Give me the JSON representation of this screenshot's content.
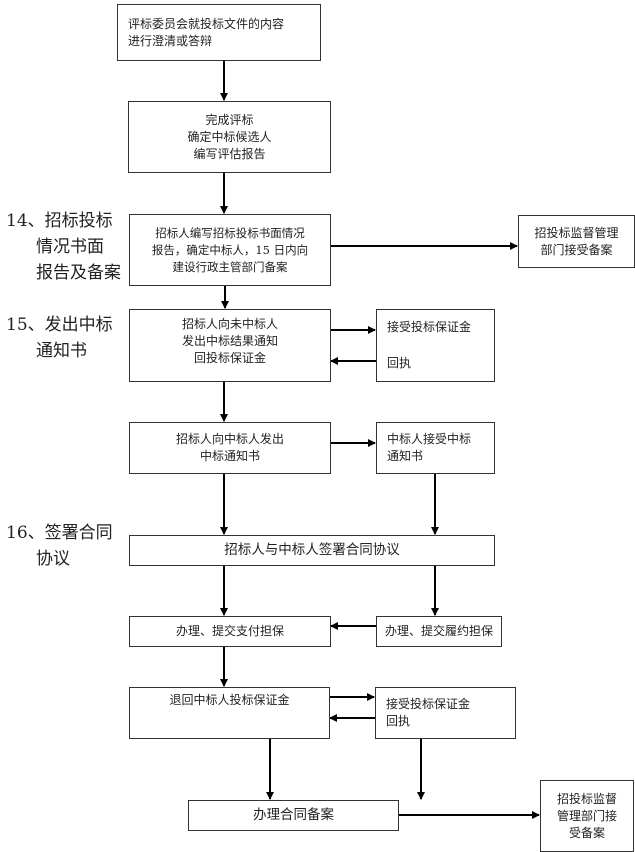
{
  "diagram": {
    "type": "flowchart",
    "line_color": "#000000",
    "box_border_color": "#333333",
    "text_color": "#222222"
  },
  "steps": [
    {
      "number": "14、",
      "lines": [
        "招标投标",
        "情况书面",
        "报告及备案"
      ]
    },
    {
      "number": "15、",
      "lines": [
        "发出中标",
        "通知书"
      ]
    },
    {
      "number": "16、",
      "lines": [
        "签署合同",
        "协议"
      ]
    }
  ],
  "boxes": {
    "clarify": {
      "lines": [
        "评标委员会就投标文件的内容",
        "进行澄清或答辩"
      ]
    },
    "complete_eval": {
      "lines": [
        "完成评标",
        "确定中标候选人",
        "编写评估报告"
      ]
    },
    "report": {
      "lines": [
        "招标人编写招标投标书面情况",
        "报告，确定中标人，15 日内向",
        "建设行政主管部门备案"
      ]
    },
    "supervision_1": {
      "lines": [
        "招投标监督管理",
        "部门接受备案"
      ]
    },
    "notify_losers": {
      "lines": [
        "招标人向未中标人",
        "发出中标结果通知",
        "回投标保证金"
      ]
    },
    "accept_deposit_1": {
      "lines": [
        "接受投标保证金",
        "回执"
      ]
    },
    "notify_winner": {
      "lines": [
        "招标人向中标人发出",
        "中标通知书"
      ]
    },
    "winner_accepts": {
      "lines": [
        "中标人接受中标",
        "通知书"
      ]
    },
    "sign_contract": {
      "lines": [
        "招标人与中标人签署合同协议"
      ]
    },
    "payment_guarantee": {
      "lines": [
        "办理、提交支付担保"
      ]
    },
    "performance_guarantee": {
      "lines": [
        "办理、提交履约担保"
      ]
    },
    "refund_deposit": {
      "lines": [
        "退回中标人投标保证金"
      ]
    },
    "accept_deposit_2": {
      "lines": [
        "接受投标保证金",
        "回执"
      ]
    },
    "contract_filing": {
      "lines": [
        "办理合同备案"
      ]
    },
    "supervision_2": {
      "lines": [
        "招投标监督",
        "管理部门接",
        "受备案"
      ]
    }
  }
}
